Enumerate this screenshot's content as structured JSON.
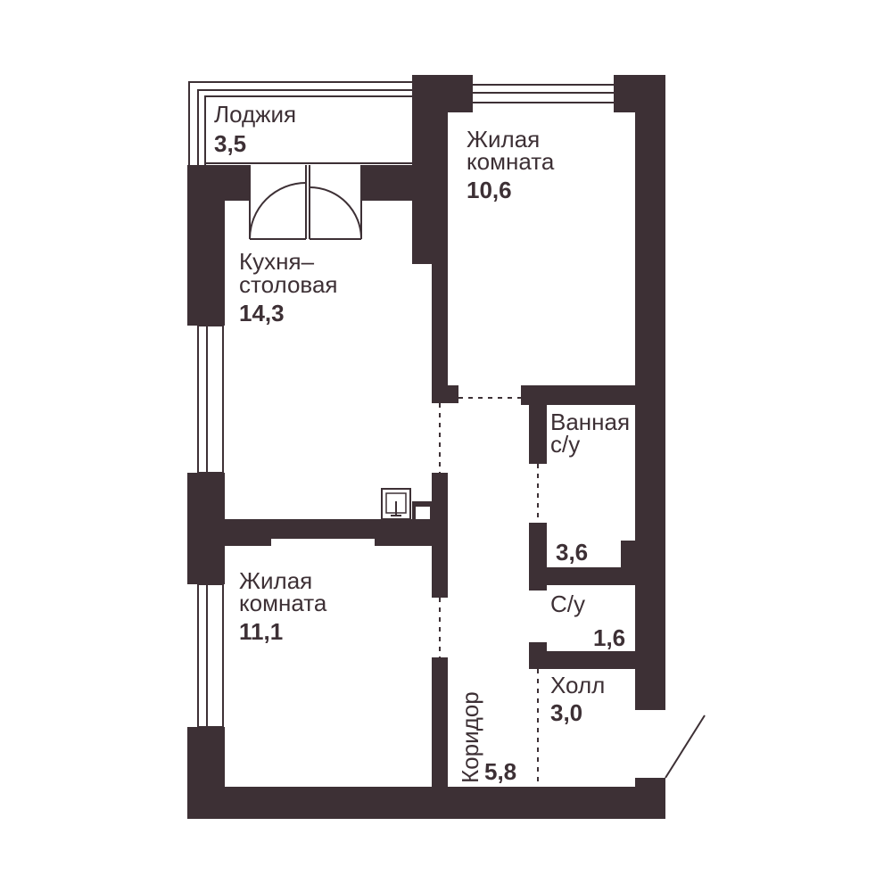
{
  "colors": {
    "wall": "#3d3035",
    "background": "#ffffff"
  },
  "rooms": {
    "loggia": {
      "name": "Лоджия",
      "area": "3,5"
    },
    "living1": {
      "name_line1": "Жилая",
      "name_line2": "комната",
      "area": "10,6"
    },
    "kitchen": {
      "name_line1": "Кухня–",
      "name_line2": "столовая",
      "area": "14,3"
    },
    "bathroom": {
      "name_line1": "Ванная",
      "name_line2": "с/у",
      "area": "3,6"
    },
    "wc": {
      "name": "С/у",
      "area": "1,6"
    },
    "living2": {
      "name_line1": "Жилая",
      "name_line2": "комната",
      "area": "11,1"
    },
    "hall": {
      "name": "Холл",
      "area": "3,0"
    },
    "corridor": {
      "name": "Коридор",
      "area": "5,8"
    }
  }
}
